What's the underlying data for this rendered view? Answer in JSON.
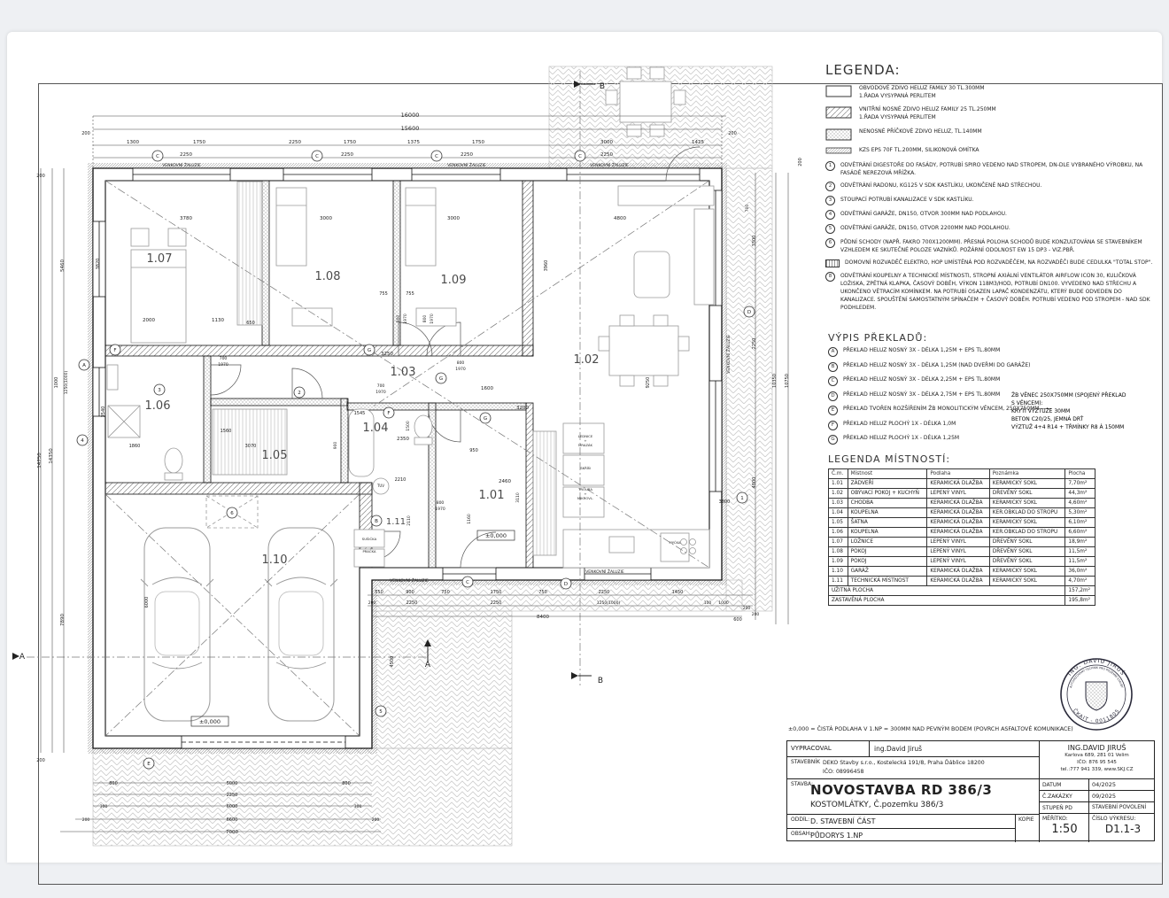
{
  "legend": {
    "title": "LEGENDA:",
    "walls": [
      {
        "l1": "OBVODOVÉ ZDIVO HELUZ FAMILY 30 TL.300mm",
        "l2": "1.ŘADA VYSYPANÁ PERLITEM"
      },
      {
        "l1": "VNITŘNÍ NOSNÉ ZDIVO HELUZ FAMILY 25 TL.250mm",
        "l2": "1.ŘADA VYSYPANÁ PERLITEM"
      },
      {
        "l1": "NENOSNÉ PŘÍČKOVÉ ZDIVO HELUZ, TL.140mm",
        "l2": ""
      },
      {
        "l1": "KZS EPS 70F TL.200mm, SILIKONOVÁ OMÍTKA",
        "l2": ""
      }
    ],
    "notes": [
      {
        "n": "1",
        "text": "ODVĚTRÁNÍ DIGESTOŘE DO FASÁDY, POTRUBÍ SPIRO VEDENO NAD STROPEM, DN-DLE VYBRANÉHO VÝROBKU, NA FASÁDĚ NEREZOVÁ MŘÍŽKA."
      },
      {
        "n": "2",
        "text": "ODVĚTRÁNÍ RADONU, KG125 V SDK KASTLÍKU, UKONČENÉ NAD STŘECHOU."
      },
      {
        "n": "3",
        "text": "STOUPACÍ POTRUBÍ KANALIZACE V SDK KASTLÍKU."
      },
      {
        "n": "4",
        "text": "ODVĚTRÁNÍ GARÁŽE, DN150, OTVOR 300mm NAD PODLAHOU."
      },
      {
        "n": "5",
        "text": "ODVĚTRÁNÍ GARÁŽE, DN150, OTVOR 2200mm NAD PODLAHOU."
      },
      {
        "n": "6",
        "text": "PŮDNÍ SCHODY (NAPŘ. FAKRO 700x1200mm). PŘESNÁ POLOHA SCHODŮ BUDE KONZULTOVÁNA SE STAVEBNÍKEM VZHLEDEM KE SKUTEČNÉ POLOZE VAZNÍKŮ. POŽÁRNÍ ODOLNOST EW 15 DP3 - VIZ.PBŘ."
      },
      {
        "n": "RS",
        "text": "DOMOVNÍ ROZVADĚČ ELEKTRO, HOP UMÍSTĚNÁ POD ROZVADĚČEM, NA ROZVADĚČI BUDE CEDULKA \"TOTAL STOP\"."
      },
      {
        "n": "8",
        "text": "ODVĚTRÁNÍ KOUPELNY A TECHNICKÉ MÍSTNOSTI, STROPNÍ AXIÁLNÍ VENTILÁTOR AIRFLOW ICON 30, KULIČKOVÁ LOŽISKA, ZPĚTNÁ KLAPKA, ČASOVÝ DOBĚH, VÝKON 118m3/HOD, POTRUBÍ DN100. VYVEDENO NAD STŘECHU A UKONČENO VĚTRACÍM KOMÍNKEM. NA POTRUBÍ OSAZEN LAPAČ KONDENZÁTU, KTERÝ BUDE ODVEDEN DO KANALIZACE. SPOUŠTĚNÍ SAMOSTATNÝM SPÍNAČEM + ČASOVÝ DOBĚH. POTRUBÍ VEDENO POD STROPEM - NAD SDK PODHLEDEM."
      }
    ]
  },
  "lintels": {
    "title": "VÝPIS PŘEKLADŮ:",
    "items": [
      {
        "id": "A",
        "text": "PŘEKLAD HELUZ NOSNÝ 3x - DÉLKA 1,25m + EPS TL.80mm"
      },
      {
        "id": "B",
        "text": "PŘEKLAD HELUZ NOSNÝ 3x - DÉLKA 1,25m (NAD DVEŘMI DO GARÁŽE)"
      },
      {
        "id": "C",
        "text": "PŘEKLAD HELUZ NOSNÝ 3x - DÉLKA 2,25m + EPS TL.80mm"
      },
      {
        "id": "D",
        "text": "PŘEKLAD HELUZ NOSNÝ 3x - DÉLKA 2,75m + EPS TL.80mm"
      },
      {
        "id": "E",
        "text": "PŘEKLAD TVOŘEN ROZŠÍŘENÍM ŽB MONOLITICKÝM VĚNCEM, 250x750mm ——"
      },
      {
        "id": "F",
        "text": "PŘEKLAD HELUZ PLOCHÝ 1x - DÉLKA 1,0m"
      },
      {
        "id": "G",
        "text": "PŘEKLAD HELUZ PLOCHÝ 1x - DÉLKA 1,25m"
      }
    ],
    "side_note": [
      "ŽB VĚNEC 250x750mm (SPOJENÝ PŘEKLAD",
      "S VĚNCEM):",
      "KRYTÍ VÝZTUŽE 30mm",
      "BETON C20/25, JEMNÁ DRŤ",
      "VÝZTUŽ 4+4 R14 + TŘMÍNKY R8 á 150mm"
    ]
  },
  "rooms_table": {
    "title": "LEGENDA MÍSTNOSTÍ:",
    "headers": [
      "Č.m.",
      "Místnost",
      "Podlaha",
      "Poznámka",
      "Plocha"
    ],
    "rows": [
      [
        "1.01",
        "ZÁDVEŘÍ",
        "KERAMICKÁ DLAŽBA",
        "KERAMICKÝ SOKL",
        "7,70m²"
      ],
      [
        "1.02",
        "OBÝVACÍ POKOJ + KUCHYŇ",
        "LEPENÝ VINYL",
        "DŘEVĚNÝ SOKL",
        "44,3m²"
      ],
      [
        "1.03",
        "CHODBA",
        "KERAMICKÁ DLAŽBA",
        "KERAMICKÝ SOKL",
        "4,60m²"
      ],
      [
        "1.04",
        "KOUPELNA",
        "KERAMICKÁ DLAŽBA",
        "KER.OBKLAD DO STROPU",
        "5,30m²"
      ],
      [
        "1.05",
        "ŠATNA",
        "KERAMICKÁ DLAŽBA",
        "KERAMICKÝ SOKL",
        "6,10m²"
      ],
      [
        "1.06",
        "KOUPELNA",
        "KERAMICKÁ DLAŽBA",
        "KER.OBKLAD DO STROPU",
        "6,60m²"
      ],
      [
        "1.07",
        "LOŽNICE",
        "LEPENÝ VINYL",
        "DŘEVĚNÝ SOKL",
        "18,9m²"
      ],
      [
        "1.08",
        "POKOJ",
        "LEPENÝ VINYL",
        "DŘEVĚNÝ SOKL",
        "11,5m²"
      ],
      [
        "1.09",
        "POKOJ",
        "LEPENÝ VINYL",
        "DŘEVĚNÝ SOKL",
        "11,5m²"
      ],
      [
        "1.10",
        "GARÁŽ",
        "KERAMICKÁ DLAŽBA",
        "KERAMICKÝ SOKL",
        "36,0m²"
      ],
      [
        "1.11",
        "TECHNICKÁ MÍSTNOST",
        "KERAMICKÁ DLAŽBA",
        "KERAMICKÝ SOKL",
        "4,70m²"
      ]
    ],
    "footer": [
      [
        "UŽITNÁ PLOCHA",
        "157,2m²"
      ],
      [
        "ZASTAVĚNÁ PLOCHA",
        "195,8m²"
      ]
    ]
  },
  "stamp": {
    "top": "ING. DAVID JIRUŠ",
    "mid": "AUTORIZOVANÝ TECHNIK PRO POZEMNÍ STAVBY",
    "bottom": "ČKAIT - 0011805"
  },
  "footer_note": "±0,000 = ČISTÁ PODLAHA V 1.NP = 300mm NAD PEVNÝM BODEM (POVRCH ASFALTOVÉ KOMUNIKACE)",
  "titleblock": {
    "vypracoval_label": "VYPRACOVAL",
    "vypracoval": "ing.David Jiruš",
    "stavebnik_label": "STAVEBNÍK",
    "stavebnik1": "DEKO Stavby s.r.o., Kostelecká 191/8, Praha Ďáblice 18200",
    "stavebnik2": "IČO: 08996458",
    "stavba_label": "STAVBA:",
    "stavba": "NOVOSTAVBA RD 386/3",
    "stavba2": "KOSTOMLÁTKY, Č.pozemku 386/3",
    "oddil_label": "ODDÍL:",
    "oddil": "D. STAVEBNÍ ČÁST",
    "obsah_label": "OBSAH:",
    "obsah": "PŮDORYS 1.NP",
    "kopie_label": "KOPIE",
    "contact1": "ING.DAVID JIRUŠ",
    "contact2": "Karlova 689, 281 01 Velim",
    "contact3": "IČO: 876 95 545",
    "contact4": "tel.:777 941 339, www.SKJ.CZ",
    "datum_label": "DATUM",
    "datum": "04/2025",
    "zakazka_label": "Č.ZAKÁZKY",
    "zakazka": "09/2025",
    "stupen_label": "STUPEŇ PD",
    "stupen": "STAVEBNÍ POVOLENÍ",
    "meritko_label": "MĚŘÍTKO:",
    "meritko": "1:50",
    "cislo_label": "ČÍSLO VÝKRESU:",
    "cislo": "D1.1-3"
  },
  "plan": {
    "texts": [
      [
        463,
        132,
        "16000",
        6.5
      ],
      [
        463,
        147,
        "15600",
        6.5
      ],
      [
        150,
        162,
        "1300",
        5.5
      ],
      [
        225,
        162,
        "1750",
        5.5
      ],
      [
        333,
        162,
        "2250",
        5.5
      ],
      [
        395,
        162,
        "1750",
        5.5
      ],
      [
        467,
        162,
        "1375",
        5.5
      ],
      [
        540,
        162,
        "1750",
        5.5
      ],
      [
        685,
        162,
        "3000",
        5.5
      ],
      [
        788,
        162,
        "1425",
        5.5
      ],
      [
        210,
        176,
        "2250",
        5.5
      ],
      [
        392,
        176,
        "2250",
        5.5
      ],
      [
        527,
        176,
        "2250",
        5.5
      ],
      [
        685,
        176,
        "2250",
        5.5
      ],
      [
        97,
        152,
        "200",
        5
      ],
      [
        827,
        152,
        "200",
        5
      ],
      [
        905,
        183,
        "200",
        5,
        -90
      ],
      [
        205,
        188,
        "VENKOVNÍ ŽALUZIE",
        4.5
      ],
      [
        527,
        188,
        "VENKOVNÍ ŽALUZIE",
        4.5
      ],
      [
        688,
        188,
        "VENKOVNÍ ŽALUZIE",
        4.5
      ],
      [
        46,
        520,
        "14750",
        5.5,
        -90
      ],
      [
        59,
        515,
        "14350",
        5.5,
        -90
      ],
      [
        72,
        300,
        "5460",
        5.5,
        -90
      ],
      [
        65,
        432,
        "1000",
        5,
        -90
      ],
      [
        76,
        432,
        "1250(1000)",
        4.5,
        -90
      ],
      [
        72,
        700,
        "7890",
        5.5,
        -90
      ],
      [
        112,
        298,
        "3820",
        5,
        -90
      ],
      [
        118,
        465,
        "3540",
        5,
        -90
      ],
      [
        152,
        505,
        "1860",
        5
      ],
      [
        46,
        200,
        "200",
        5
      ],
      [
        46,
        860,
        "200",
        5
      ],
      [
        210,
        248,
        "3780",
        5.5
      ],
      [
        368,
        248,
        "3000",
        5.5
      ],
      [
        512,
        248,
        "3000",
        5.5
      ],
      [
        700,
        248,
        "4800",
        5.5
      ],
      [
        618,
        300,
        "3960",
        5,
        -90
      ],
      [
        168,
        363,
        "2000",
        5.5
      ],
      [
        246,
        363,
        "1130",
        5.5
      ],
      [
        283,
        366,
        "650",
        5
      ],
      [
        433,
        333,
        "755",
        5
      ],
      [
        463,
        333,
        "755",
        5
      ],
      [
        451,
        360,
        "800",
        4.5,
        -90
      ],
      [
        459,
        360,
        "1970",
        4.5,
        -90
      ],
      [
        481,
        360,
        "800",
        4.5,
        -90
      ],
      [
        489,
        360,
        "1970",
        4.5,
        -90
      ],
      [
        437,
        401,
        "3250",
        5.5
      ],
      [
        430,
        437,
        "700",
        4.5
      ],
      [
        430,
        444,
        "1970",
        4.5
      ],
      [
        520,
        411,
        "800",
        4.5
      ],
      [
        520,
        418,
        "1970",
        4.5
      ],
      [
        550,
        440,
        "1600",
        5.5
      ],
      [
        590,
        462,
        "3200",
        5.5
      ],
      [
        406,
        468,
        "1545",
        5
      ],
      [
        462,
        481,
        "1500",
        4.5,
        -90
      ],
      [
        455,
        497,
        "2350",
        5.5
      ],
      [
        535,
        510,
        "950",
        5
      ],
      [
        570,
        545,
        "2460",
        5.5
      ],
      [
        586,
        562,
        "3110",
        4.5,
        -90
      ],
      [
        463,
        588,
        "2110",
        4.5,
        -90
      ],
      [
        531,
        586,
        "1160",
        4.5,
        -90
      ],
      [
        497,
        569,
        "800",
        4.5
      ],
      [
        497,
        576,
        "1970",
        4.5
      ],
      [
        252,
        406,
        "700",
        4.5
      ],
      [
        252,
        413,
        "1970",
        4.5
      ],
      [
        255,
        488,
        "1560",
        5
      ],
      [
        283,
        505,
        "3070",
        5
      ],
      [
        380,
        503,
        "900",
        4.5,
        -90
      ],
      [
        733,
        432,
        "9250",
        5,
        -90
      ],
      [
        818,
        568,
        "3800",
        5
      ],
      [
        452,
        543,
        "2210",
        5
      ],
      [
        430,
        550,
        "TUV",
        4
      ],
      [
        661,
        494,
        "LEDNICE",
        3.8
      ],
      [
        661,
        499,
        "+",
        3.8
      ],
      [
        661,
        504,
        "MRAZÁK",
        3.8
      ],
      [
        661,
        530,
        "SKŘÍŇ",
        3.8
      ],
      [
        661,
        554,
        "TROUBA",
        3.8
      ],
      [
        661,
        559,
        "+",
        3.8
      ],
      [
        661,
        564,
        "MIKROVL.",
        3.8
      ],
      [
        762,
        614,
        "MYČKA",
        3.8
      ],
      [
        417,
        610,
        "SUŠIČKA",
        3.8
      ],
      [
        417,
        624,
        "PRAČKA",
        3.8
      ],
      [
        824,
        400,
        "VENKOVNÍ ŽALUZIE",
        4.5,
        -90
      ],
      [
        462,
        657,
        "VENKOVNÍ ŽALUZIE",
        4.5
      ],
      [
        683,
        647,
        "VENKOVNÍ ŽALUZIE",
        4.5
      ],
      [
        845,
        235,
        "700",
        4.5,
        -90
      ],
      [
        853,
        272,
        "3300",
        5,
        -90
      ],
      [
        853,
        388,
        "2250",
        5,
        -90
      ],
      [
        876,
        430,
        "10350",
        5,
        -90
      ],
      [
        890,
        430,
        "10750",
        5,
        -90
      ],
      [
        853,
        545,
        "4800",
        5,
        -90
      ],
      [
        853,
        695,
        "200",
        4.5
      ],
      [
        428,
        670,
        "550",
        5
      ],
      [
        463,
        670,
        "900",
        5
      ],
      [
        503,
        670,
        "750",
        5
      ],
      [
        560,
        670,
        "1750",
        5
      ],
      [
        613,
        670,
        "750",
        5
      ],
      [
        682,
        670,
        "2250",
        5
      ],
      [
        765,
        670,
        "1450",
        5
      ],
      [
        420,
        682,
        "200",
        4.5
      ],
      [
        465,
        682,
        "2250",
        5
      ],
      [
        560,
        682,
        "2250",
        5
      ],
      [
        687,
        682,
        "1250(1000)",
        4.5
      ],
      [
        799,
        682,
        "100",
        4.5
      ],
      [
        817,
        682,
        "1000",
        4.5
      ],
      [
        843,
        688,
        "200",
        4.5
      ],
      [
        613,
        698,
        "8400",
        5.5
      ],
      [
        833,
        701,
        "600",
        5
      ],
      [
        444,
        747,
        "4500",
        5,
        -90
      ],
      [
        167,
        680,
        "6000",
        5,
        -90
      ],
      [
        128,
        886,
        "800",
        5
      ],
      [
        262,
        886,
        "5000",
        5
      ],
      [
        391,
        886,
        "800",
        5
      ],
      [
        262,
        899,
        "2250",
        5
      ],
      [
        117,
        912,
        "300",
        4.5
      ],
      [
        262,
        912,
        "6000",
        5
      ],
      [
        404,
        912,
        "300",
        4.5
      ],
      [
        97,
        927,
        "200",
        4.5
      ],
      [
        262,
        927,
        "6600",
        5
      ],
      [
        424,
        927,
        "200",
        4.5
      ],
      [
        262,
        941,
        "7000",
        5.5
      ],
      [
        483,
        753,
        "A",
        9
      ],
      [
        25,
        744,
        "A",
        9
      ],
      [
        678,
        771,
        "B",
        9
      ],
      [
        680,
        100,
        "B",
        9
      ]
    ],
    "room_labels": [
      [
        180,
        296,
        "1.07"
      ],
      [
        370,
        316,
        "1.08"
      ],
      [
        512,
        320,
        "1.09"
      ],
      [
        662,
        410,
        "1.02"
      ],
      [
        455,
        424,
        "1.03"
      ],
      [
        424,
        487,
        "1.04"
      ],
      [
        310,
        518,
        "1.05"
      ],
      [
        178,
        462,
        "1.06"
      ],
      [
        555,
        563,
        "1.01"
      ],
      [
        447,
        592,
        "1.11"
      ],
      [
        310,
        636,
        "1.10"
      ]
    ],
    "level_marks": [
      [
        560,
        607,
        "±0,000"
      ],
      [
        237,
        817,
        "±0,000"
      ]
    ],
    "circles": [
      [
        178,
        176,
        "C"
      ],
      [
        358,
        176,
        "C"
      ],
      [
        493,
        176,
        "C"
      ],
      [
        655,
        176,
        "C"
      ],
      [
        95,
        412,
        "A"
      ],
      [
        93,
        497,
        "4"
      ],
      [
        130,
        395,
        "F"
      ],
      [
        180,
        440,
        "3"
      ],
      [
        338,
        443,
        "2"
      ],
      [
        417,
        395,
        "G"
      ],
      [
        498,
        427,
        "G"
      ],
      [
        548,
        472,
        "G"
      ],
      [
        439,
        466,
        "F"
      ],
      [
        262,
        579,
        "6"
      ],
      [
        425,
        588,
        "B"
      ],
      [
        838,
        562,
        "1"
      ],
      [
        846,
        352,
        "D"
      ],
      [
        430,
        803,
        "5"
      ],
      [
        168,
        862,
        "E"
      ],
      [
        528,
        657,
        "C"
      ],
      [
        639,
        659,
        "D"
      ]
    ]
  }
}
